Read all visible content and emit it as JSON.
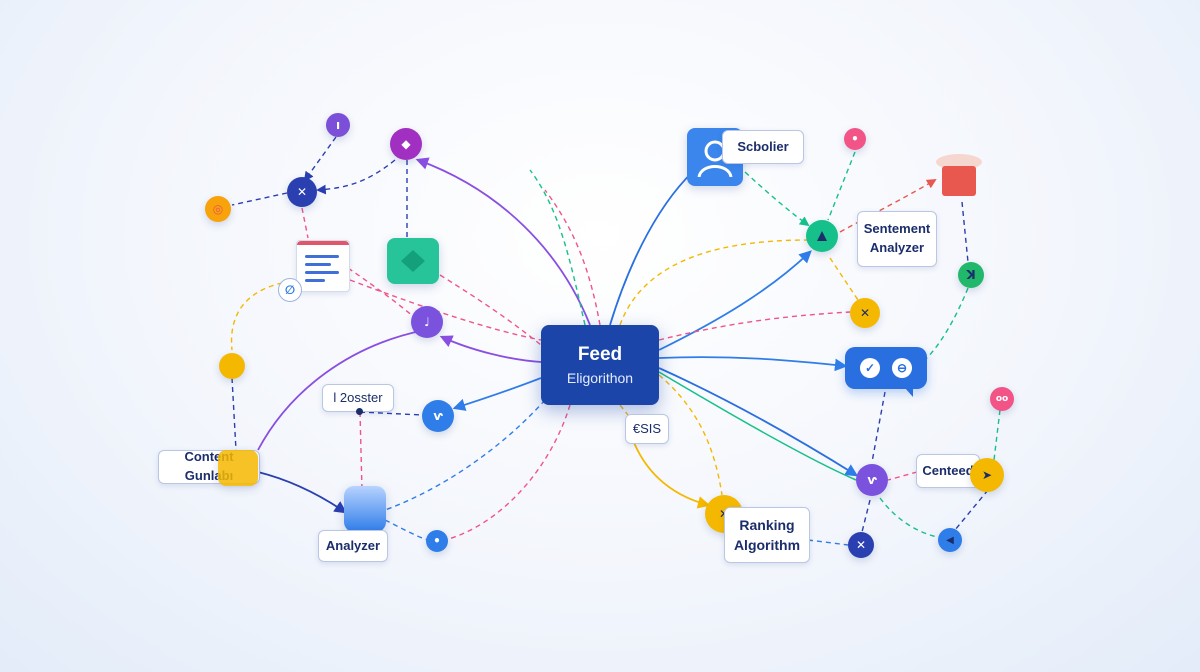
{
  "hub": {
    "line1": "Feed",
    "line2": "Eligorithon"
  },
  "labels": {
    "scholier": "Scbolier",
    "sentiment": "Sentement\nAnalyzer",
    "content": "Content Gunlabı",
    "analyzer": "Analyzer",
    "ranking": "Ranking\nAlgorithm",
    "centeed": "Centeed",
    "posster": "l 2osster",
    "csis": "€SIS"
  },
  "glyphs": {
    "n_top_purple": "ı",
    "n_magenta": "◆",
    "n_navy": "✕",
    "n_orange": "◎",
    "n_teal_right": "ꓘ",
    "n_pink_top": "•",
    "n_violet_mid": "♩",
    "n_blue_mid": "ⱱ",
    "n_yellow_x": "✕",
    "n_pink_right": "oo",
    "n_yellow_right": "➤",
    "n_purple_right": "ⱱ",
    "n_navy_bottom": "✕",
    "n_blue_bottom": "◀",
    "n_blue_small": "•",
    "n_yellow_bottom": "✕",
    "chat_left": "✓",
    "chat_right": "⊖"
  },
  "colors": {
    "hub": "#1b45a8",
    "purple": "#8a4fe0",
    "navy": "#2a3fb0",
    "yellow": "#f5b800",
    "teal": "#16c08a",
    "blue": "#2f7de8",
    "magenta": "#a02fc2",
    "pink": "#f25487",
    "orange": "#f8a20c",
    "green": "#22b86b"
  }
}
